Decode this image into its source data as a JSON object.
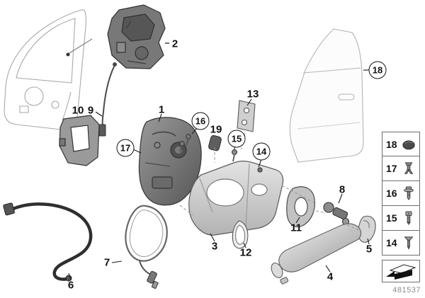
{
  "diagram": {
    "part_number": "481537",
    "callouts": [
      {
        "label": "2",
        "circled": false
      },
      {
        "label": "1",
        "circled": false
      },
      {
        "label": "16",
        "circled": true
      },
      {
        "label": "19",
        "circled": false
      },
      {
        "label": "13",
        "circled": false
      },
      {
        "label": "15",
        "circled": true
      },
      {
        "label": "14",
        "circled": true
      },
      {
        "label": "18",
        "circled": true
      },
      {
        "label": "10",
        "circled": false
      },
      {
        "label": "9",
        "circled": false
      },
      {
        "label": "17",
        "circled": true
      },
      {
        "label": "11",
        "circled": false
      },
      {
        "label": "8",
        "circled": false
      },
      {
        "label": "3",
        "circled": false
      },
      {
        "label": "12",
        "circled": false
      },
      {
        "label": "5",
        "circled": false
      },
      {
        "label": "4",
        "circled": false
      },
      {
        "label": "6",
        "circled": false
      },
      {
        "label": "7",
        "circled": false
      }
    ],
    "legend": {
      "items": [
        {
          "label": "18",
          "icon": "grommet-icon"
        },
        {
          "label": "17",
          "icon": "expanding-rivet-icon"
        },
        {
          "label": "16",
          "icon": "pan-head-screw-icon"
        },
        {
          "label": "15",
          "icon": "cylinder-bolt-icon"
        },
        {
          "label": "14",
          "icon": "countersunk-screw-icon"
        }
      ]
    }
  }
}
